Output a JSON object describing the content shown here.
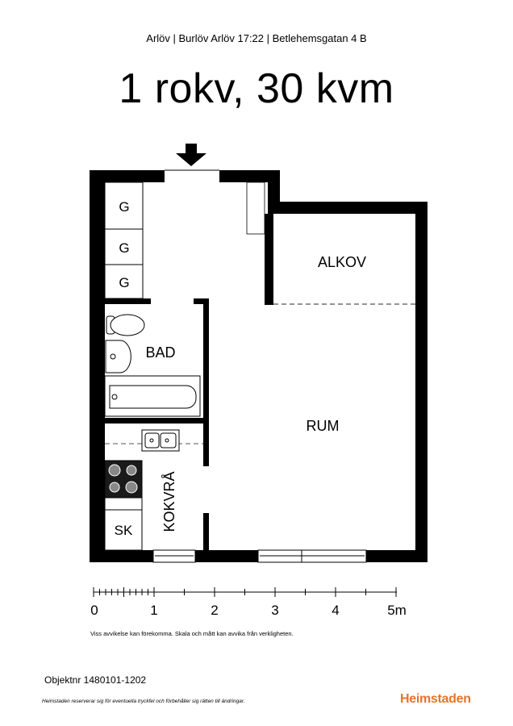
{
  "header": {
    "address": "Arlöv | Burlöv Arlöv 17:22 | Betlehemsgatan 4 B",
    "title": "1 rokv, 30 kvm"
  },
  "plan": {
    "wardrobes": [
      "G",
      "G",
      "G"
    ],
    "rooms": {
      "bathroom": "BAD",
      "alcove": "ALKOV",
      "main_room": "RUM",
      "kitchenette": "KOKVRÅ",
      "cabinet": "SK"
    }
  },
  "scale": {
    "labels": [
      "0",
      "1",
      "2",
      "3",
      "4",
      "5m"
    ]
  },
  "disclaimer": "Viss avvikelse kan förekomma. Skala och mått kan avvika från verkligheten.",
  "footer": {
    "object_number": "Objektnr 1480101-1202",
    "note": "Heimstaden reserverar sig för eventuella tryckfel och förbehåller sig rätten till ändringar.",
    "brand": "Heimstaden"
  },
  "colors": {
    "brand": "#e8742a",
    "walls": "#000000"
  }
}
